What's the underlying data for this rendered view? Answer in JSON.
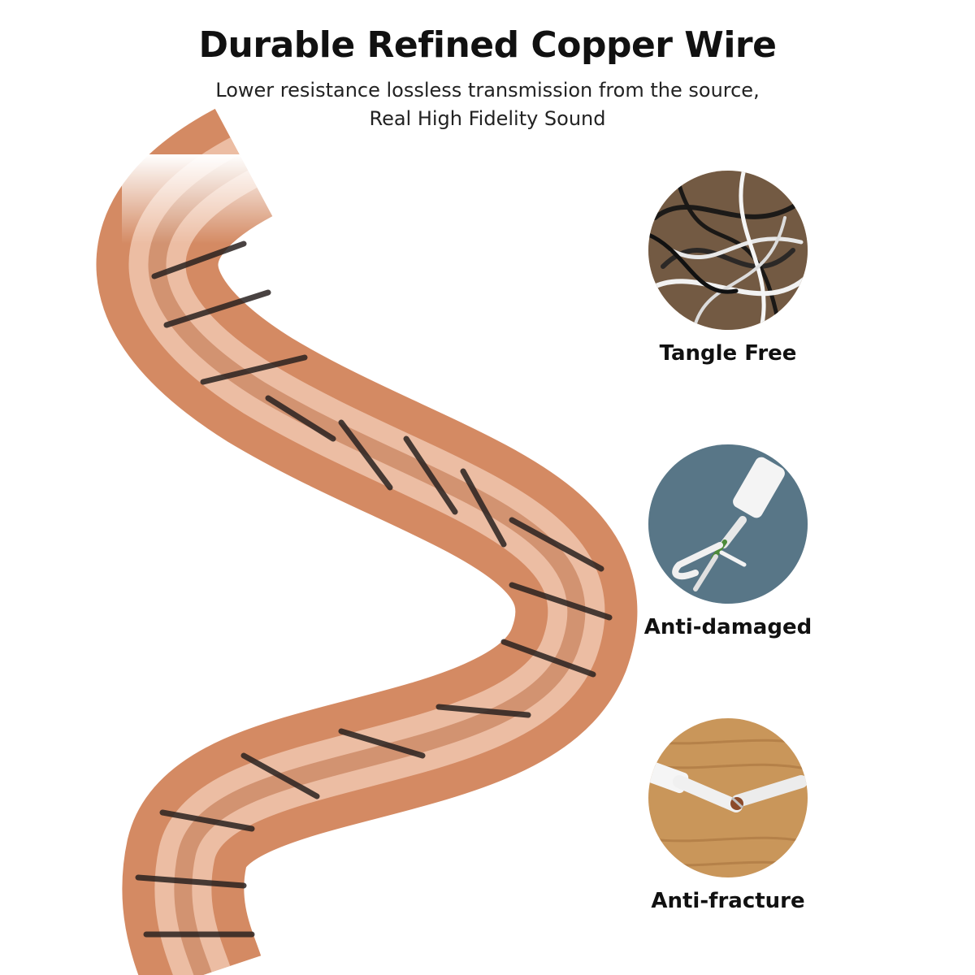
{
  "header": {
    "title": "Durable Refined Copper Wire",
    "subtitle_lines": [
      "Lower resistance lossless transmission from the source,",
      "Real High Fidelity Sound"
    ]
  },
  "features": [
    {
      "label": "Tangle Free",
      "icon": "tangled-cables-photo"
    },
    {
      "label": "Anti-damaged",
      "icon": "damaged-cable-photo"
    },
    {
      "label": "Anti-fracture",
      "icon": "fractured-cable-photo"
    }
  ],
  "colors": {
    "copper_light": "#f2c9b0",
    "copper": "#d98e66",
    "copper_dark": "#9c5636",
    "stripe": "#2a2220",
    "tangle_bg": "#b88a5e",
    "denim_bg": "#4f6e80",
    "wood_bg": "#c9965a"
  }
}
